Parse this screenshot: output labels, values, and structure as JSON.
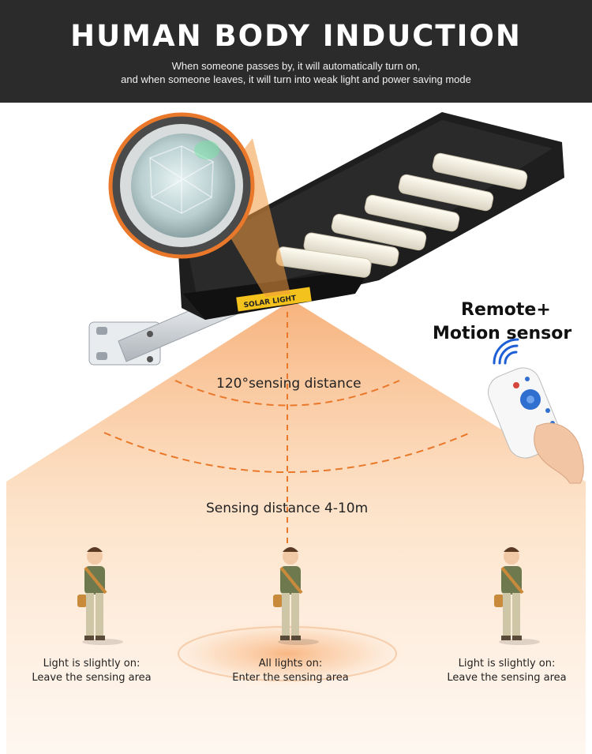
{
  "header": {
    "title": "HUMAN BODY INDUCTION",
    "subtitle_line1": "When someone passes by, it will automatically turn on,",
    "subtitle_line2": "and when someone leaves, it will turn into weak light and power saving mode"
  },
  "product": {
    "lamp_label": "SOLAR LIGHT",
    "remote_label_line1": "Remote+",
    "remote_label_line2": "Motion sensor"
  },
  "sensing": {
    "angle_label": "120°sensing distance",
    "range_label": "Sensing distance 4-10m"
  },
  "states": [
    {
      "line1": "Light is slightly on:",
      "line2": "Leave the sensing area"
    },
    {
      "line1": "All lights on:",
      "line2": "Enter the sensing area"
    },
    {
      "line1": "Light is slightly on:",
      "line2": "Leave the sensing area"
    }
  ],
  "colors": {
    "header_bg": "#2b2b2b",
    "glow": "#f7a35c",
    "accent_orange": "#e9782a",
    "remote_signal": "#1f5fd6"
  }
}
